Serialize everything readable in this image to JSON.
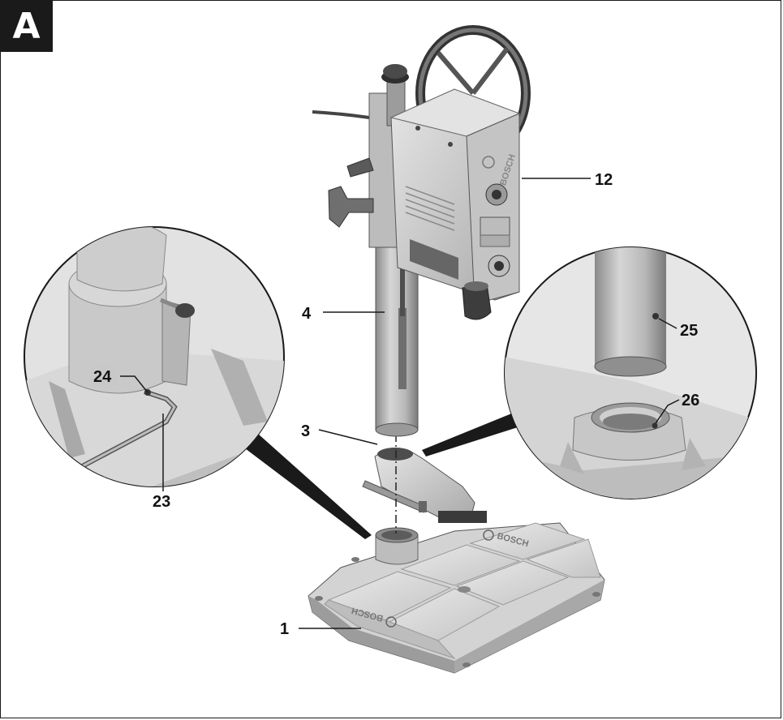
{
  "figure_letter": "A",
  "brand": "BOSCH",
  "callouts": {
    "c1": "1",
    "c3": "3",
    "c4": "4",
    "c12": "12",
    "c23": "23",
    "c24": "24",
    "c25": "25",
    "c26": "26"
  },
  "colors": {
    "line": "#1a1a1a",
    "metal_light": "#d9d9d9",
    "metal_mid": "#b5b5b5",
    "metal_dark": "#7a7a7a",
    "body": "#cfcfcf"
  }
}
